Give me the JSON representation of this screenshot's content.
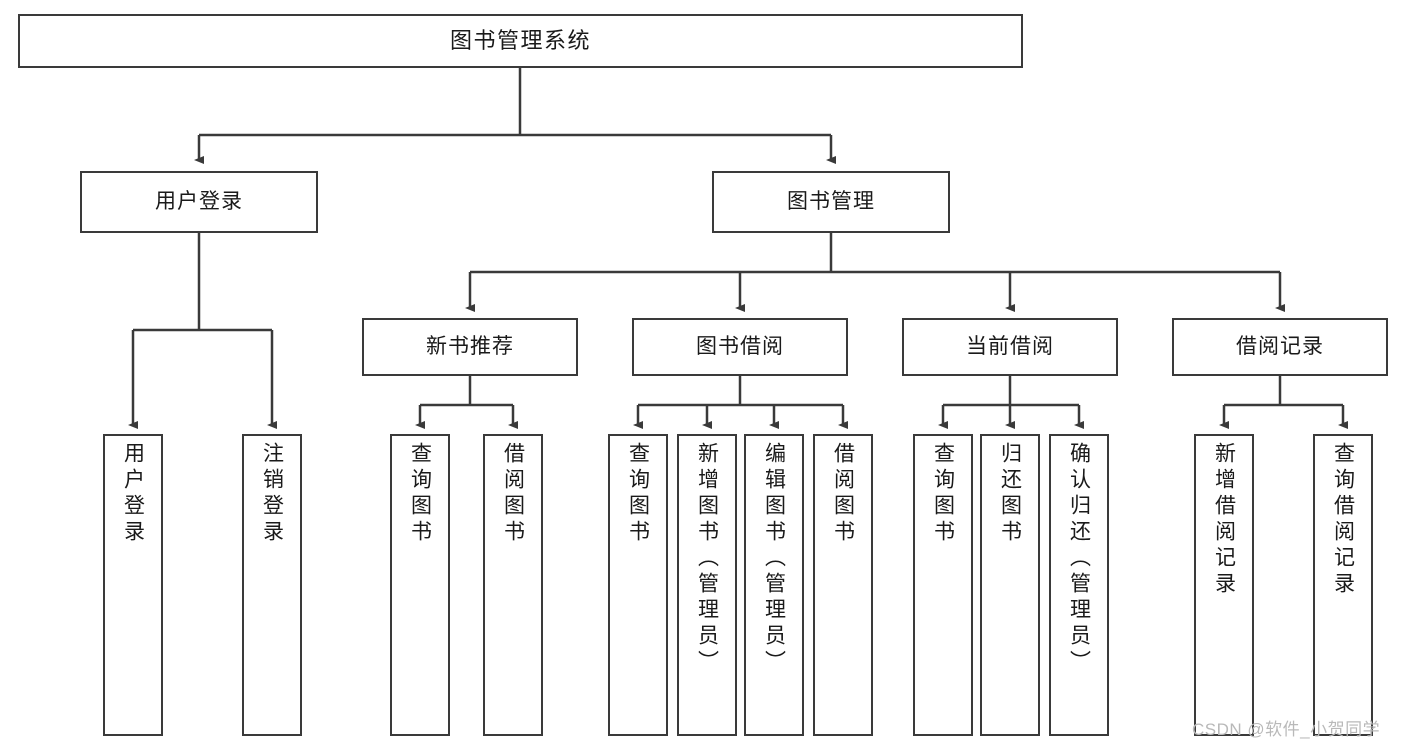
{
  "diagram": {
    "title": "图书管理系统",
    "type": "tree-hierarchy",
    "stroke_color": "#3a3a3a",
    "background_color": "#ffffff",
    "text_color": "#1a1a1a",
    "root": {
      "label": "图书管理系统"
    },
    "level2": [
      {
        "label": "用户登录"
      },
      {
        "label": "图书管理"
      }
    ],
    "level3": [
      {
        "label": "新书推荐"
      },
      {
        "label": "图书借阅"
      },
      {
        "label": "当前借阅"
      },
      {
        "label": "借阅记录"
      }
    ],
    "leaves": [
      {
        "label": "用户登录",
        "parent": "用户登录"
      },
      {
        "label": "注销登录",
        "parent": "用户登录"
      },
      {
        "label": "查询图书",
        "parent": "新书推荐"
      },
      {
        "label": "借阅图书",
        "parent": "新书推荐"
      },
      {
        "label": "查询图书",
        "parent": "图书借阅"
      },
      {
        "label": "新增图书（管理员）",
        "parent": "图书借阅"
      },
      {
        "label": "编辑图书（管理员）",
        "parent": "图书借阅"
      },
      {
        "label": "借阅图书",
        "parent": "图书借阅"
      },
      {
        "label": "查询图书",
        "parent": "当前借阅"
      },
      {
        "label": "归还图书",
        "parent": "当前借阅"
      },
      {
        "label": "确认归还（管理员）",
        "parent": "当前借阅"
      },
      {
        "label": "新增借阅记录",
        "parent": "借阅记录"
      },
      {
        "label": "查询借阅记录",
        "parent": "借阅记录"
      }
    ]
  },
  "watermark": {
    "text": "CSDN @软件_小贺同学"
  }
}
